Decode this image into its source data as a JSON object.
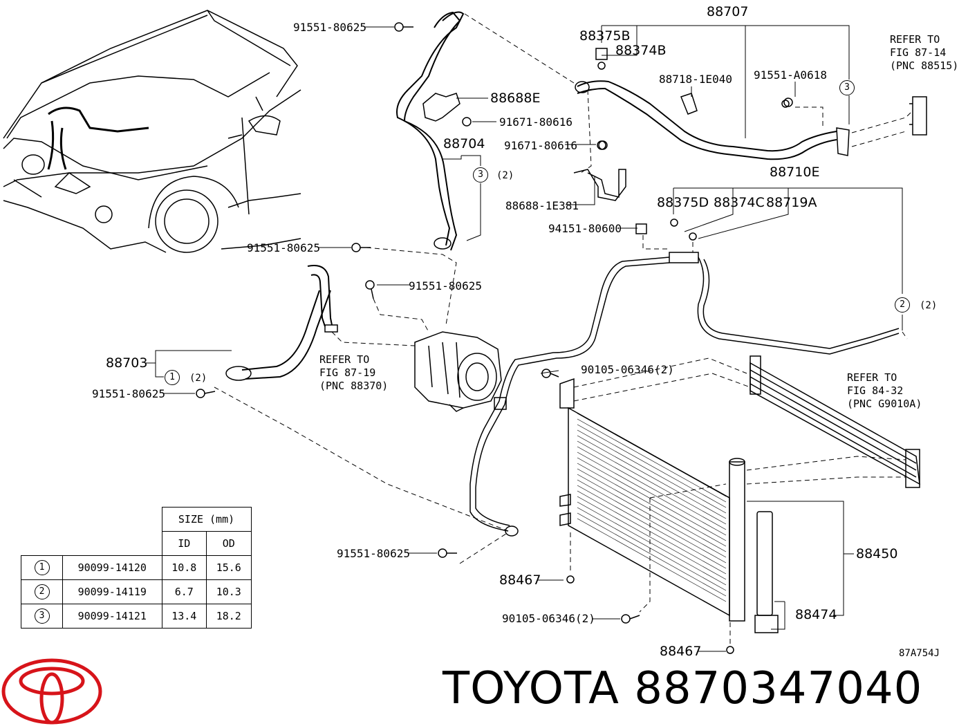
{
  "labels": {
    "p_88707": "88707",
    "p_88375B": "88375B",
    "p_88374B": "88374B",
    "p_88718": "88718-1E040",
    "p_91551A0618": "91551-A0618",
    "p_88688E": "88688E",
    "p_91671_a": "91671-80616",
    "p_88704": "88704",
    "p_91671_b": "91671-80616",
    "p_88688_1E381": "88688-1E381",
    "p_88710E": "88710E",
    "p_88375D": "88375D",
    "p_88374C": "88374C",
    "p_88719A": "88719A",
    "p_94151": "94151-80600",
    "p_91551_top": "91551-80625",
    "p_91551_mid": "91551-80625",
    "p_91551_comp": "91551-80625",
    "p_88703": "88703",
    "p_91551_left": "91551-80625",
    "p_90105_top": "90105-06346(2)",
    "p_91551_bottom": "91551-80625",
    "p_88467_a": "88467",
    "p_90105_bottom": "90105-06346(2)",
    "p_88467_b": "88467",
    "p_88450": "88450",
    "p_88474": "88474",
    "code": "87A754J",
    "callout_3_top": "3",
    "callout_3_hose": "3",
    "callout_2_hose": "(2)",
    "callout_2_right": "2",
    "callout_2_right_qty": "(2)",
    "callout_1": "1",
    "callout_1_qty": "(2)"
  },
  "refers": {
    "fig_87_14": "REFER TO\nFIG 87-14\n(PNC 88515)",
    "fig_87_19": "REFER TO\nFIG 87-19\n(PNC 88370)",
    "fig_84_32": "REFER TO\nFIG 84-32\n(PNC G9010A)"
  },
  "size_table": {
    "title": "SIZE (mm)",
    "col_id": "ID",
    "col_od": "OD",
    "rows": [
      {
        "mark": "1",
        "part": "90099-14120",
        "id": "10.8",
        "od": "15.6"
      },
      {
        "mark": "2",
        "part": "90099-14119",
        "id": "6.7",
        "od": "10.3"
      },
      {
        "mark": "3",
        "part": "90099-14121",
        "id": "13.4",
        "od": "18.2"
      }
    ]
  },
  "brand": {
    "text": "TOYOTA 8870347040",
    "logo_color": "#d7141a"
  }
}
